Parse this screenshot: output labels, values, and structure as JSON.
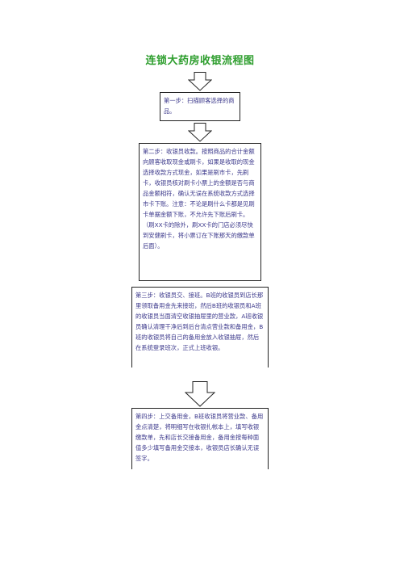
{
  "title": "连锁大药房收银流程图",
  "colors": {
    "title": "#2e9e2e",
    "step_text": "#3d3a8c",
    "border": "#222222"
  },
  "steps": [
    {
      "text": "第一步：扫描顾客选择的商品。"
    },
    {
      "text": "第二步：收银员收款。按照商品的合计金额向顾客收取现金或刷卡，如果是收取的现金选择收款方式现金，如果是刷市卡，先刷卡，收银员核对刷卡小票上的金额是否与商品金额相符，确认无误在系统收款方式选择市卡下账。注意：不论是刷什么卡都是见刷卡单据金额下账，不允许先下账后刷卡。（刷XX卡的除外，刷XX卡的门店必须尽快到安健刷卡，将小票订在下账那天的缴款单后面）。"
    },
    {
      "text": "第三步：收银员交、接班。B班的收银员到店长那里领取备用金先来接班，然后B班的收银员和A班的收银员当面清空收银抽屉里的营业款，A班收银员确认清理干净后到后台清点营业款和备用金，B班的收银员将自己的备用金放入收银抽屉，然后在系统登录班次，正式上班收银。"
    },
    {
      "text": "第四步：上交备用金，B班收银员将营业款、备用金点清楚，将明细写在收银扎帐本上，填写收银缴款单，先和店长交接备用金，备用金按每种面值多少填写备用金交接本，收银员店长确认无误签字。"
    }
  ]
}
